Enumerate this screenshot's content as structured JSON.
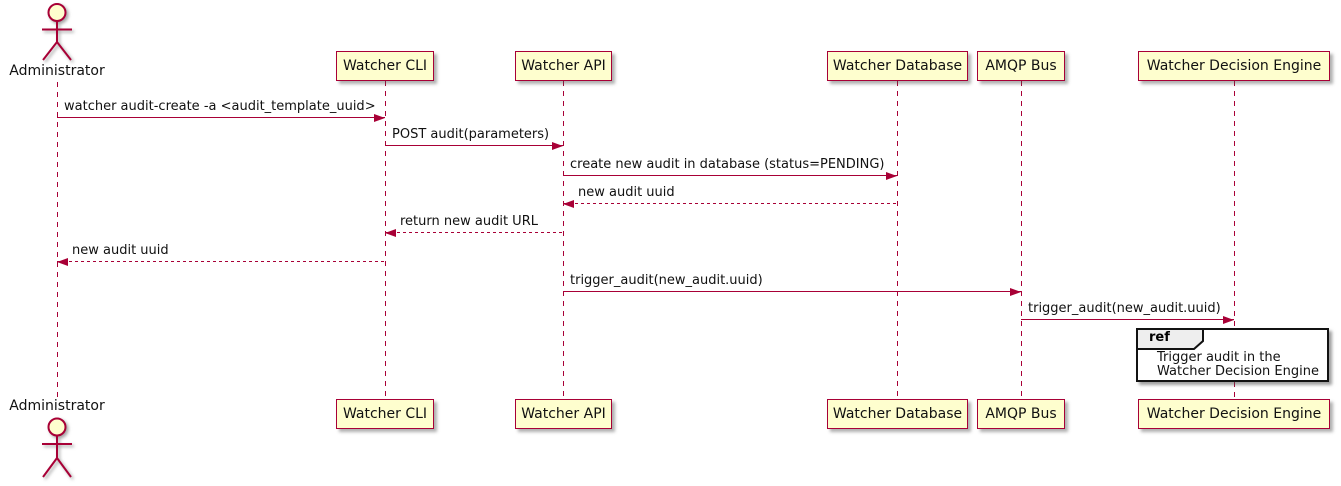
{
  "diagram": {
    "kind": "uml-sequence-diagram",
    "actor": {
      "name": "Administrator"
    },
    "participants": [
      {
        "label": "Watcher CLI"
      },
      {
        "label": "Watcher API"
      },
      {
        "label": "Watcher Database"
      },
      {
        "label": "AMQP Bus"
      },
      {
        "label": "Watcher Decision Engine"
      }
    ],
    "messages": [
      {
        "from": "Administrator",
        "to": "Watcher CLI",
        "label": "watcher audit-create -a <audit_template_uuid>",
        "style": "solid"
      },
      {
        "from": "Watcher CLI",
        "to": "Watcher API",
        "label": "POST audit(parameters)",
        "style": "solid"
      },
      {
        "from": "Watcher API",
        "to": "Watcher Database",
        "label": "create new audit in database (status=PENDING)",
        "style": "solid"
      },
      {
        "from": "Watcher Database",
        "to": "Watcher API",
        "label": "new audit uuid",
        "style": "dashed"
      },
      {
        "from": "Watcher API",
        "to": "Watcher CLI",
        "label": "return new audit URL",
        "style": "dashed"
      },
      {
        "from": "Watcher CLI",
        "to": "Administrator",
        "label": "new audit uuid",
        "style": "dashed"
      },
      {
        "from": "Watcher API",
        "to": "AMQP Bus",
        "label": "trigger_audit(new_audit.uuid)",
        "style": "solid"
      },
      {
        "from": "AMQP Bus",
        "to": "Watcher Decision Engine",
        "label": "trigger_audit(new_audit.uuid)",
        "style": "solid"
      }
    ],
    "ref": {
      "keyword": "ref",
      "line1": "Trigger audit in the",
      "line2": "Watcher Decision Engine"
    },
    "colors": {
      "participant_fill": "#FEFECE",
      "stroke": "#A80036",
      "text": "#111111",
      "ref_border": "#121212",
      "ref_tab_fill": "#EEEEEE"
    }
  }
}
